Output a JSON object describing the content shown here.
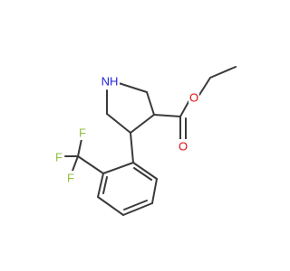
{
  "molecule": {
    "atoms": [
      {
        "id": "N1",
        "symbol": "NH",
        "color": "#2222dd"
      },
      {
        "id": "O1",
        "symbol": "O",
        "color": "#dd1111"
      },
      {
        "id": "O2",
        "symbol": "O",
        "color": "#dd1111"
      },
      {
        "id": "F1",
        "symbol": "F",
        "color": "#8fbf3f"
      },
      {
        "id": "F2",
        "symbol": "F",
        "color": "#8fbf3f"
      },
      {
        "id": "F3",
        "symbol": "F",
        "color": "#8fbf3f"
      }
    ],
    "bond_color": "#3a3a3a"
  }
}
